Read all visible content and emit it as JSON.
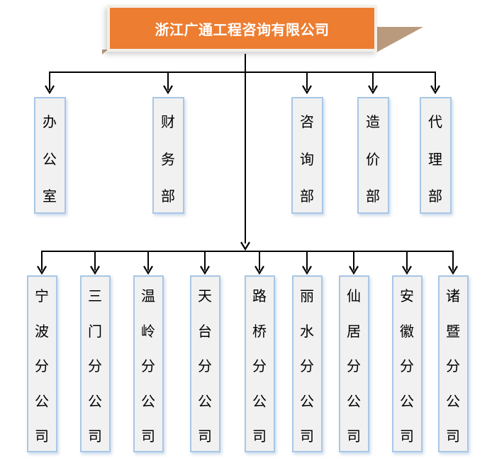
{
  "diagram": {
    "title_node": {
      "label": "浙江广通工程咨询有限公司"
    },
    "departments": [
      {
        "label": "办公室"
      },
      {
        "label": "财务部"
      },
      {
        "label": "咨询部"
      },
      {
        "label": "造价部"
      },
      {
        "label": "代理部"
      }
    ],
    "branches": [
      {
        "label": "宁波分公司"
      },
      {
        "label": "三门分公司"
      },
      {
        "label": "温岭分公司"
      },
      {
        "label": "天台分公司"
      },
      {
        "label": "路桥分公司"
      },
      {
        "label": "丽水分公司"
      },
      {
        "label": "仙居分公司"
      },
      {
        "label": "安徽分公司"
      },
      {
        "label": "诸暨分公司"
      }
    ],
    "colors": {
      "root_fill": "#ED7D31",
      "root_text": "#FFFFFF",
      "root_border": "#F2EFE9",
      "flag_shadow": "#BA9A7D",
      "node_fill": "#F1F1F1",
      "node_border": "#A8C7E6",
      "node_text": "#000000",
      "connector": "#000000"
    }
  }
}
